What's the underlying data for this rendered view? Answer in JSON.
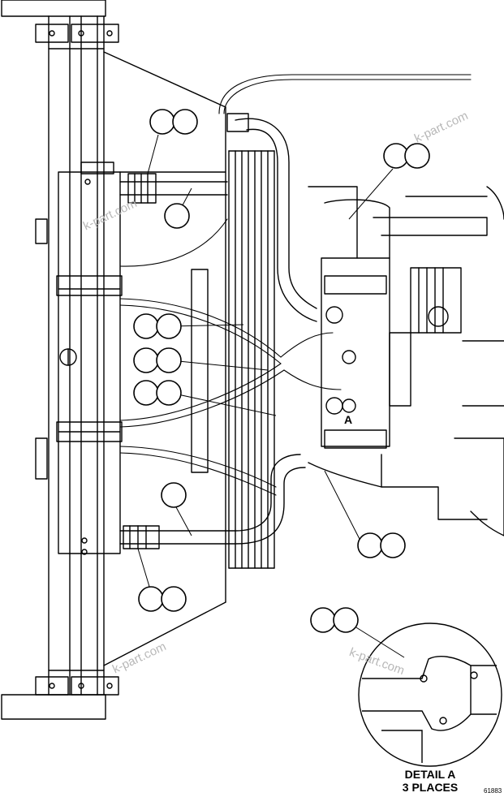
{
  "watermark": "k-part.com",
  "detail_label": "A",
  "detail_title_line1": "DETAIL A",
  "detail_title_line2": "3 PLACES",
  "figure_number": "61883",
  "colors": {
    "line": "#000000",
    "background": "#ffffff",
    "watermark": "#b8b8b8"
  }
}
